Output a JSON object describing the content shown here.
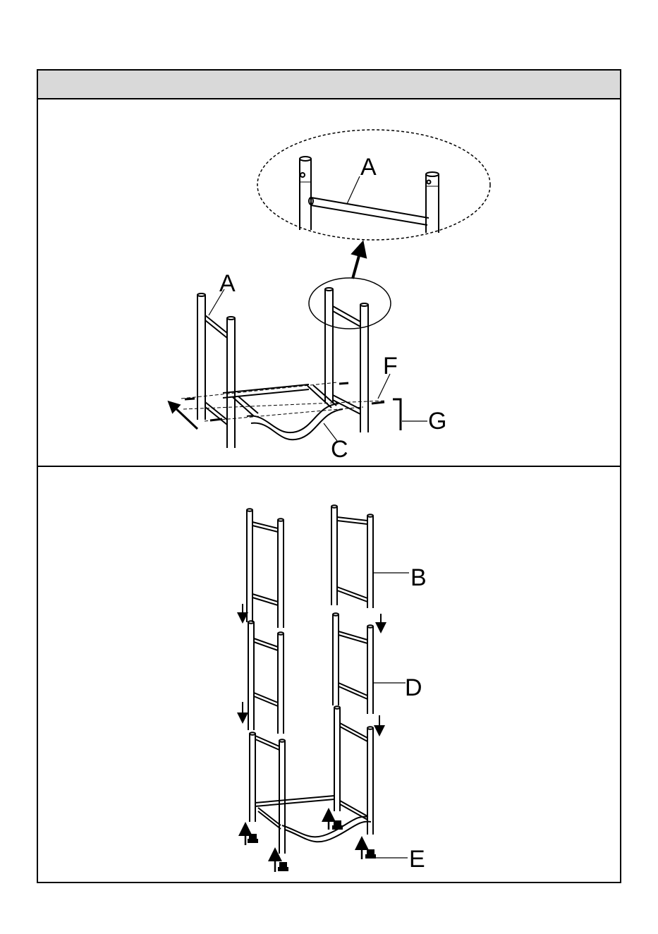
{
  "step1": {
    "labels": {
      "detail_a": "A",
      "a": "A",
      "f": "F",
      "g": "G",
      "c": "C"
    }
  },
  "step2": {
    "labels": {
      "b": "B",
      "d": "D",
      "e": "E"
    }
  },
  "colors": {
    "line": "#000000",
    "header_fill": "#d9d9d9",
    "background": "#ffffff"
  }
}
